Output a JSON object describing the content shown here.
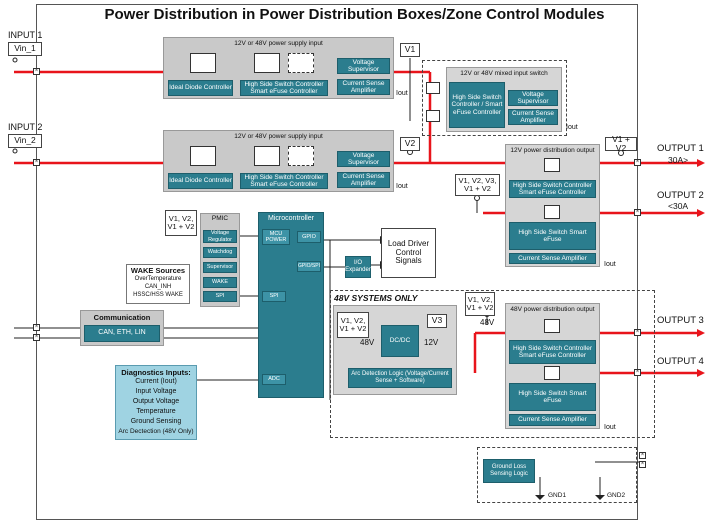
{
  "title": "Power Distribution in Power Distribution Boxes/Zone Control Modules",
  "inputs": {
    "input1_label": "INPUT 1",
    "input1_tag": "Vin_1",
    "input2_label": "INPUT 2",
    "input2_tag": "Vin_2"
  },
  "supply_input_1": {
    "title": "12V or 48V power supply input",
    "ideal_diode": "Ideal Diode Controller",
    "hss_controller": "High Side Switch Controller Smart eFuse Controller",
    "voltage_supervisor": "Voltage Supervisor",
    "current_sense": "Current Sense Amplifier",
    "iout": "Iout",
    "rail_tag": "V1"
  },
  "supply_input_2": {
    "title": "12V or 48V power supply input",
    "ideal_diode": "Ideal Diode Controller",
    "hss_controller": "High Side Switch Controller Smart eFuse Controller",
    "voltage_supervisor": "Voltage Supervisor",
    "current_sense": "Current Sense Amplifier",
    "iout": "Iout",
    "rail_tag": "V2"
  },
  "mixed_switch": {
    "title": "12V or 48V mixed input switch",
    "hss_controller": "High Side Switch Controller / Smart eFuse Controller",
    "voltage_supervisor": "Voltage Supervisor",
    "current_sense": "Current Sense Amplifier",
    "iout": "Iout"
  },
  "output_12v": {
    "title": "12V power distribution output",
    "hss_controller": "High Side Switch Controller Smart eFuse Controller",
    "hss": "High Side Switch Smart eFuse",
    "current_sense": "Current Sense Amplifier",
    "iout": "Iout",
    "tag_v1v2": "V1 + V2",
    "tag_v123": "V1, V2, V3, V1 + V2",
    "output1": "OUTPUT 1",
    "output1_current": "30A>",
    "output2": "OUTPUT 2",
    "output2_current": "<30A"
  },
  "pmic": {
    "title": "PMIC",
    "tag": "V1, V2, V1 + V2",
    "blocks": [
      "Voltage Regulator",
      "Watchdog",
      "Supervisor",
      "WAKE",
      "SPI"
    ]
  },
  "microcontroller": {
    "title": "Microcontroller",
    "mcu_power": "MCU POWER",
    "gpio": "GPIO",
    "gpio_spi": "GPIO/SPI",
    "spi": "SPI",
    "adc": "ADC"
  },
  "io_expander": "I/O Expander",
  "load_driver": "Load Driver Control Signals",
  "wake_sources": {
    "title": "WAKE Sources",
    "lines": [
      "OverTemperature",
      "CAN_INH",
      "HSSC/HSS WAKE"
    ]
  },
  "communication": {
    "title": "Communication",
    "body": "CAN, ETH, LIN"
  },
  "diagnostics": {
    "title": "Diagnostics Inputs:",
    "lines": [
      "Current (Iout)",
      "Input Voltage",
      "Output Voltage",
      "Temperature",
      "Ground Sensing",
      "Arc Dectection (48V Only)"
    ]
  },
  "systems_48v": {
    "title": "48V SYSTEMS ONLY",
    "tag_in": "V1, V2, V1 + V2",
    "tag_v3": "V3",
    "v48": "48V",
    "v12": "12V",
    "dcdc": "DC/DC",
    "arc": "Arc Detection Logic (Voltage/Current Sense + Software)"
  },
  "output_48v": {
    "title": "48V power distribution output",
    "tag": "V1, V2, V1 + V2",
    "v48": "48V",
    "hss_controller": "High Side Switch Controller Smart eFuse Controller",
    "hss": "High Side Switch Smart eFuse",
    "current_sense": "Current Sense Amplifier",
    "iout": "Iout",
    "output3": "OUTPUT 3",
    "output4": "OUTPUT 4"
  },
  "ground": {
    "logic": "Ground Loss Sensing Logic",
    "gnd1": "GND1",
    "gnd2": "GND2"
  },
  "colors": {
    "power_line": "#e8141b",
    "teal_block": "#2b7d8e",
    "grey_panel": "#c9c9c9",
    "diagnostics_fill": "#9fd3e2"
  }
}
